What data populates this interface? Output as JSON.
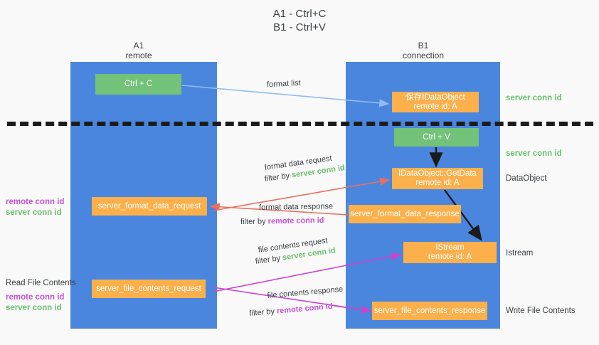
{
  "title": {
    "line1": "A1 - Ctrl+C",
    "line2": "B1 - Ctrl+V"
  },
  "columns": [
    {
      "name": "A1",
      "role": "remote"
    },
    {
      "name": "B1",
      "role": "connection"
    }
  ],
  "boxes": {
    "ctrl_c": {
      "label": "Ctrl + C",
      "color": "#72c279"
    },
    "ctrl_v": {
      "label": "Ctrl + V",
      "color": "#72c279"
    },
    "save_idataobject": {
      "line1": "保存IDataObject",
      "line2": "remote id: A",
      "color": "#fbb04c"
    },
    "getdata": {
      "line1": "IDataObject::GetData",
      "line2": "remote id: A",
      "color": "#fbb04c"
    },
    "istream": {
      "line1": "IStream",
      "line2": "remote id: A",
      "color": "#fbb04c"
    },
    "server_format_data_request": {
      "label": "server_format_data_request",
      "color": "#fbb04c"
    },
    "server_format_data_response": {
      "label": "server_format_data_response",
      "color": "#fbb04c"
    },
    "server_file_contents_request": {
      "label": "server_file_contents_request",
      "color": "#fbb04c"
    },
    "server_file_contents_response": {
      "label": "server_file_contents_response",
      "color": "#fbb04c"
    }
  },
  "arrow_labels": {
    "format_list": "format list",
    "format_data_request": "format data request",
    "format_data_request_filter_prefix": "filter by ",
    "format_data_request_filter_value": "server conn id",
    "format_data_response": "format data response",
    "format_data_response_filter_prefix": "filter by ",
    "format_data_response_filter_value": "remote conn id",
    "file_contents_request": "file contents request",
    "file_contents_request_filter_prefix": "filter by ",
    "file_contents_request_filter_value": "server conn id",
    "file_contents_response": "file contents response",
    "file_contents_response_filter_prefix": "filter by ",
    "file_contents_response_filter_value": "remote conn id"
  },
  "side_labels": {
    "right": {
      "server_conn_id_top": "server conn id",
      "server_conn_id_mid": "server conn id",
      "dataobject": "DataObject",
      "istream": "Istream",
      "write_file_contents": "Write File Contents"
    },
    "left": {
      "remote_conn_id_1": "remote conn id",
      "server_conn_id_1": "server conn id",
      "read_file_contents": "Read File Contents",
      "remote_conn_id_2": "remote conn id",
      "server_conn_id_2": "server conn id"
    }
  },
  "colors": {
    "panel_blue": "#4a86dd",
    "box_green": "#72c279",
    "box_orange": "#fbb04c",
    "green_text": "#6abf6e",
    "purple_text": "#c252d4",
    "red_arrow": "#e8705f",
    "magenta_arrow": "#cc44cc",
    "light_blue_arrow": "#8fbdf0",
    "black_arrow": "#1b1b1b",
    "background": "#f9f9f9"
  }
}
